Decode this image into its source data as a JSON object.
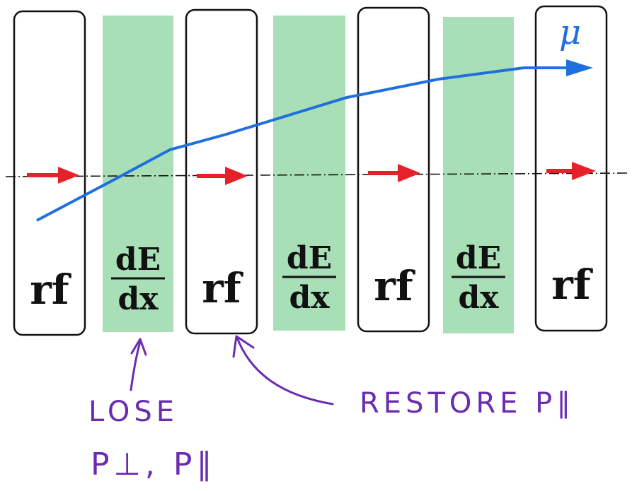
{
  "diagram": {
    "cell_labels": [
      "rf",
      "dE/dx",
      "rf",
      "dE/dx",
      "rf",
      "dE/dx",
      "rf"
    ],
    "rf_label": "rf",
    "absorber_label": {
      "numerator": "dE",
      "denominator": "dx"
    },
    "muon_label": "μ",
    "annotation_lose": {
      "line1": "LOSE",
      "line2": "P⊥, P∥"
    },
    "annotation_restore": "RESTORE P∥",
    "colors": {
      "absorber_fill": "#a8dfb7",
      "muon_track": "#1f6fe0",
      "rf_kick_arrow": "#e8202a",
      "annotation_ink": "#6a2cb0",
      "cell_border": "#111111"
    }
  }
}
